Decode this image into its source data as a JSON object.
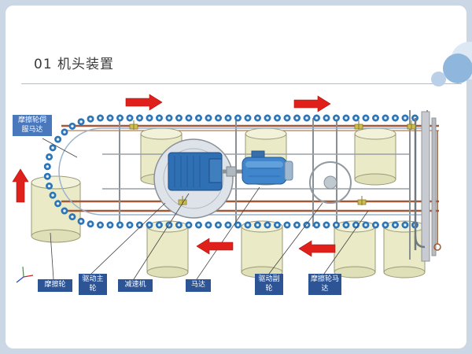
{
  "slide": {
    "title": "01 机头装置"
  },
  "diagram": {
    "callouts": {
      "friction_servo_motor": "摩擦轮伺服马达",
      "friction_wheel": "摩擦轮",
      "drive_main_wheel": "驱动主轮",
      "reducer": "减速机",
      "motor": "马达",
      "drive_sub_wheel": "驱动副轮",
      "friction_wheel_motor": "摩擦轮马达"
    },
    "flow_arrows": [
      "right",
      "right",
      "up",
      "left",
      "left"
    ]
  },
  "colors": {
    "frame_border": "#ccd7e5",
    "arrow_red": "#e0201a",
    "callout_blue": "#2d5494",
    "callout_blue_light": "#4a78bd",
    "chain_blue": "#2e75b6",
    "drum_yellow": "#eaeac6",
    "machine_blue": "#2f6fb3",
    "rail_brown": "#a2593a"
  }
}
